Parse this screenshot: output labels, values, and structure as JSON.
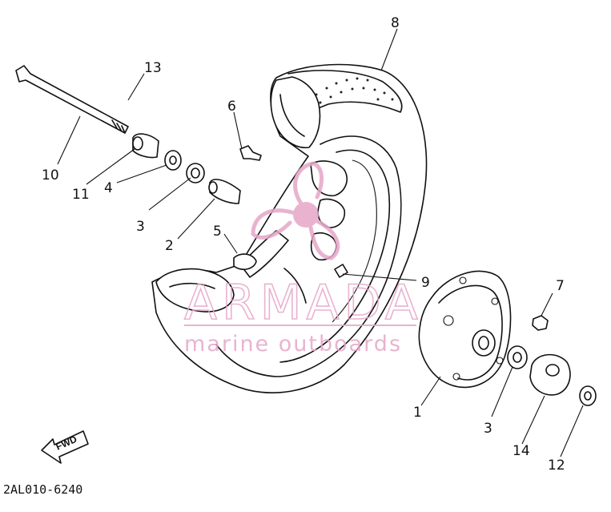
{
  "diagram": {
    "code": "2AL010-6240",
    "fwd_label": "FWD",
    "callouts": [
      {
        "id": "13",
        "text": "13"
      },
      {
        "id": "8",
        "text": "8"
      },
      {
        "id": "6",
        "text": "6"
      },
      {
        "id": "10",
        "text": "10"
      },
      {
        "id": "11",
        "text": "11"
      },
      {
        "id": "4",
        "text": "4"
      },
      {
        "id": "3a",
        "text": "3"
      },
      {
        "id": "2",
        "text": "2"
      },
      {
        "id": "5",
        "text": "5"
      },
      {
        "id": "9",
        "text": "9"
      },
      {
        "id": "7",
        "text": "7"
      },
      {
        "id": "1",
        "text": "1"
      },
      {
        "id": "3b",
        "text": "3"
      },
      {
        "id": "14",
        "text": "14"
      },
      {
        "id": "12",
        "text": "12"
      }
    ]
  },
  "watermark": {
    "brand": "ARMADA",
    "tagline": "marine outboards",
    "color": "#e6a6c8"
  }
}
